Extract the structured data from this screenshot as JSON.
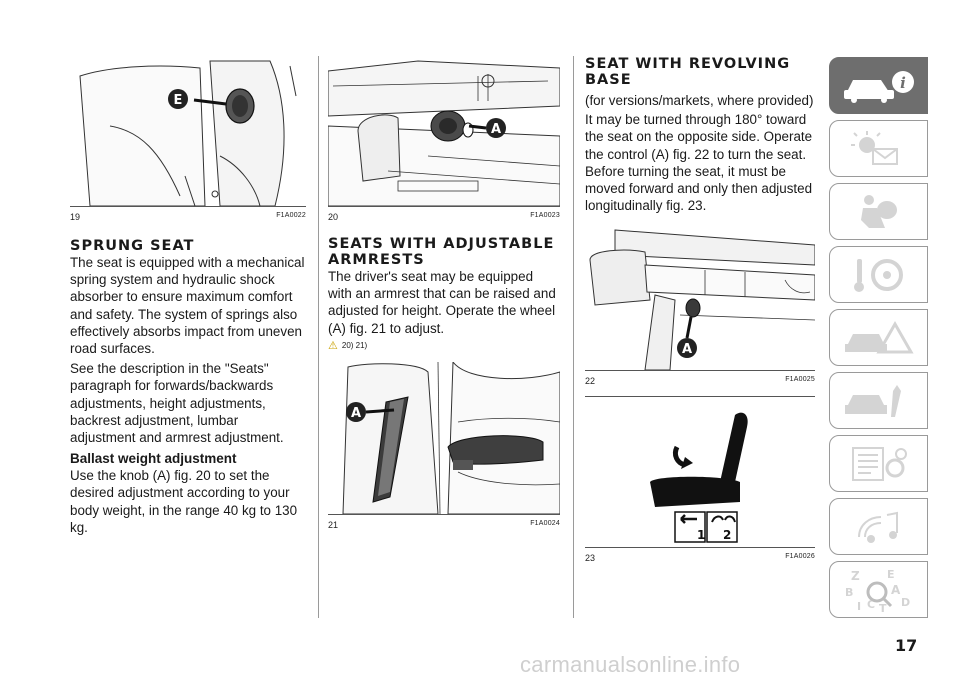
{
  "fig19": {
    "num": "19",
    "code": "F1A0022",
    "callout": "E"
  },
  "fig20": {
    "num": "20",
    "code": "F1A0023",
    "callout": "A"
  },
  "fig21": {
    "num": "21",
    "code": "F1A0024",
    "callout": "A"
  },
  "fig22": {
    "num": "22",
    "code": "F1A0025",
    "callout": "A"
  },
  "fig23": {
    "num": "23",
    "code": "F1A0026",
    "label1": "1",
    "label2": "2"
  },
  "col1": {
    "heading": "SPRUNG SEAT",
    "para1": "The seat is equipped with a mechanical spring system and hydraulic shock absorber to ensure maximum comfort and safety. The system of springs also effectively absorbs impact from uneven road surfaces.",
    "para2": "See the description in the \"Seats\" paragraph for forwards/backwards adjustments, height adjustments, backrest adjustment, lumbar adjustment and armrest adjustment.",
    "subheading": "Ballast weight adjustment",
    "para3": "Use the knob (A) fig. 20 to set the desired adjustment according to your body weight, in the range 40 kg to 130 kg."
  },
  "col2": {
    "heading": "SEATS WITH ADJUSTABLE ARMRESTS",
    "para1": "The driver's seat may be equipped with an armrest that can be raised and adjusted for height. Operate the wheel (A) fig. 21 to adjust.",
    "warning_refs": "20) 21)"
  },
  "col3": {
    "heading": "SEAT WITH REVOLVING BASE",
    "para1": "(for versions/markets, where provided)",
    "para2": "It may be turned through 180° toward the seat on the opposite side. Operate the control (A) fig. 22 to turn the seat. Before turning the seat, it must be moved forward and only then adjusted longitudinally fig. 23."
  },
  "sidebar": {
    "tabs": [
      {
        "icon": "car-info-icon",
        "active": true
      },
      {
        "icon": "warning-lights-icon",
        "active": false
      },
      {
        "icon": "airbag-safety-icon",
        "active": false
      },
      {
        "icon": "steering-ignition-icon",
        "active": false
      },
      {
        "icon": "emergency-icon",
        "active": false
      },
      {
        "icon": "maintenance-icon",
        "active": false
      },
      {
        "icon": "technical-data-icon",
        "active": false
      },
      {
        "icon": "multimedia-icon",
        "active": false
      },
      {
        "icon": "index-icon",
        "active": false
      }
    ],
    "index_letters": [
      "Z",
      "E",
      "B",
      "A",
      "I",
      "C",
      "T",
      "D"
    ]
  },
  "page_number": "17",
  "watermark": "carmanualsonline.info"
}
